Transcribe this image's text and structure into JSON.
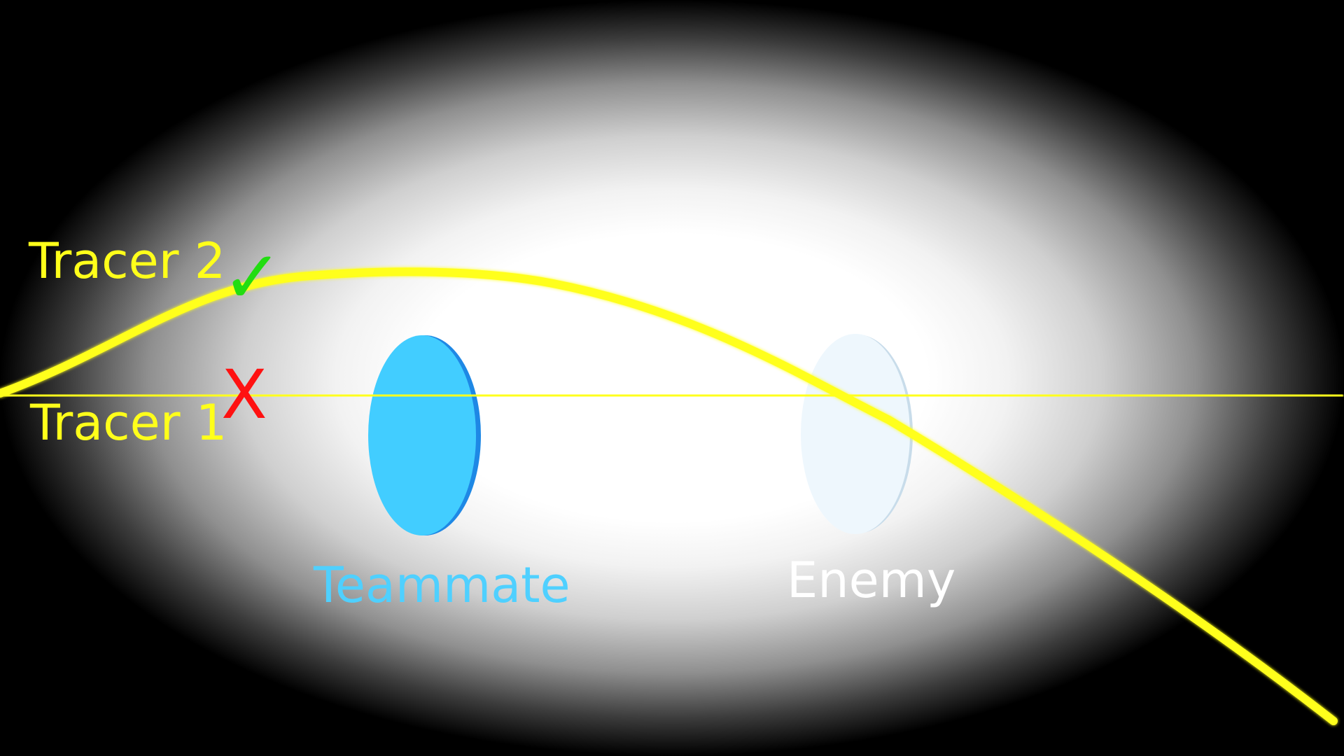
{
  "tracer_labels": {
    "tracer_2": "Tracer 2",
    "tracer_1": "Tracer 1"
  },
  "markers": {
    "check": "✓",
    "cross": "X"
  },
  "targets": {
    "teammate": "Teammate",
    "enemy": "Enemy"
  },
  "colors": {
    "tracer": "#ffff1a",
    "check": "#22dd11",
    "cross": "#ff1111",
    "teammate_fill": "#42cdff",
    "teammate_edge": "#1e88e5",
    "teammate_label": "#4fd0ff",
    "enemy_fill": "#eef7fd",
    "enemy_edge": "#c8dcea",
    "enemy_label": "#ffffff",
    "background_center": "#ffffff",
    "background_edge": "#000000"
  }
}
